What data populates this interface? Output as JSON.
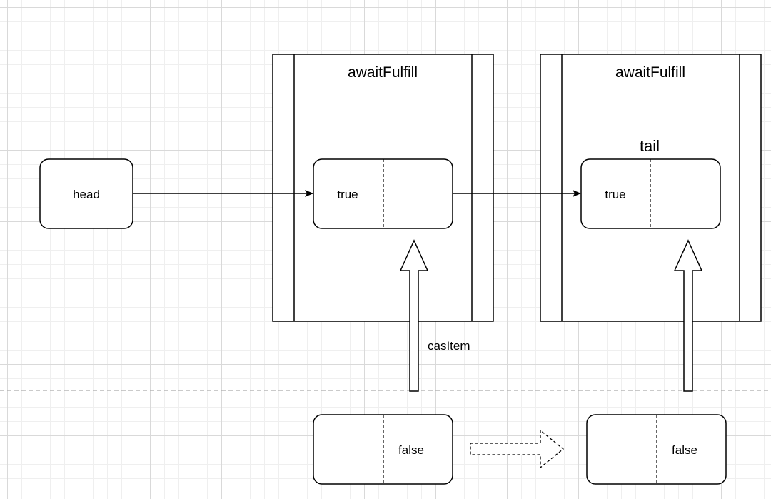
{
  "diagram": {
    "process_left_title": "awaitFulfill",
    "process_right_title": "awaitFulfill",
    "head_label": "head",
    "node1_value": "true",
    "node2_value": "true",
    "tail_label": "tail",
    "cas_label": "casItem",
    "false_left_value": "false",
    "false_right_value": "false"
  },
  "colors": {
    "stroke": "#000000",
    "fill": "#ffffff",
    "divider": "#aaaaaa"
  }
}
